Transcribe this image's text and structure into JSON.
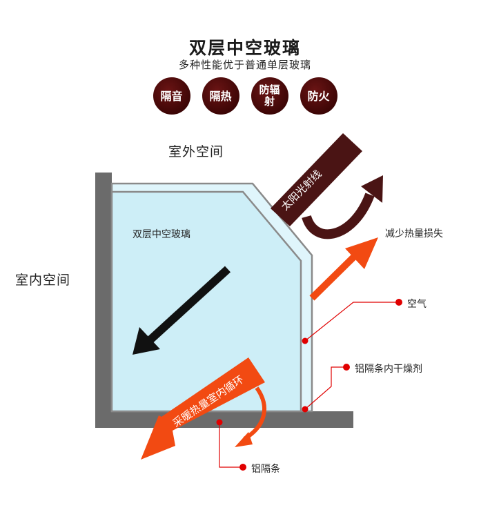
{
  "header": {
    "title": "双层中空玻璃",
    "subtitle": "多种性能优于普通单层玻璃"
  },
  "badges": [
    {
      "label": "隔音"
    },
    {
      "label": "隔热"
    },
    {
      "label": "防辐射"
    },
    {
      "label": "防火"
    }
  ],
  "diagram": {
    "outdoor_label": "室外空间",
    "indoor_label": "室内空间",
    "glass_label": "双层中空玻璃",
    "sunlight_label": "太阳光射线",
    "heat_circulation_label": "采暖热量室内循环",
    "callouts": {
      "heat_loss": "减少热量损失",
      "air": "空气",
      "desiccant": "铝隔条内干燥剂",
      "spacer": "铝隔条"
    }
  },
  "colors": {
    "badge": "#4a0a0a",
    "glass": "#cdeef7",
    "frame": "#6b6b6b",
    "orange_arrow": "#f24a12",
    "dark_arrow": "#4a1414",
    "callout_dot": "#e00000"
  }
}
